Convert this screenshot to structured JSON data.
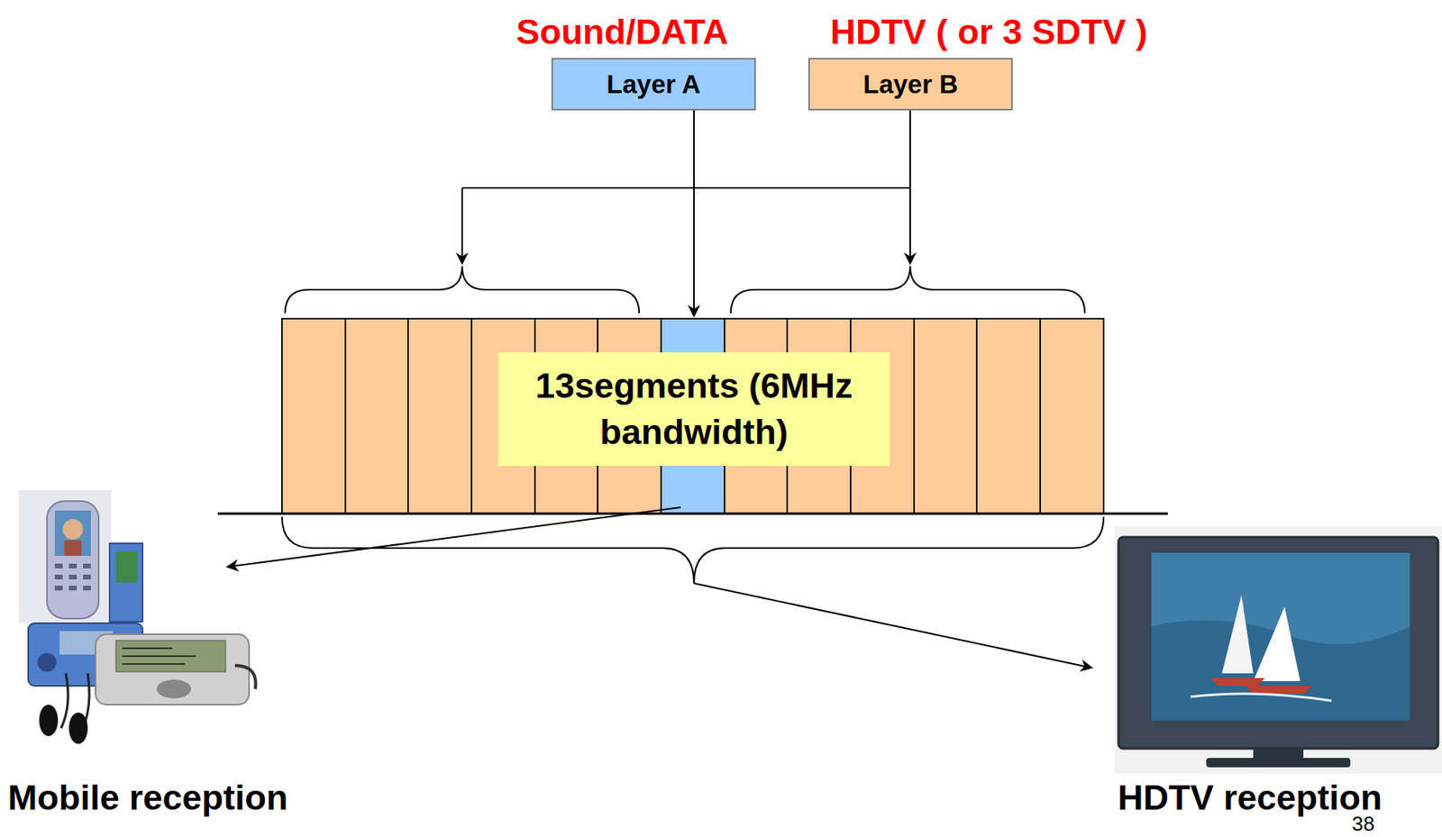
{
  "diagram": {
    "nodes": [
      {
        "text": [
          "Sound/DATA",
          "Layer A"
        ]
      },
      {
        "text": [
          "HDTV ( or 3 SDTV )",
          "Layer B"
        ]
      },
      {
        "text": [
          "13segments (6MHz bandwidth)"
        ]
      }
    ],
    "labels": [
      "Mobile reception",
      "HDTV reception",
      "38"
    ]
  }
}
